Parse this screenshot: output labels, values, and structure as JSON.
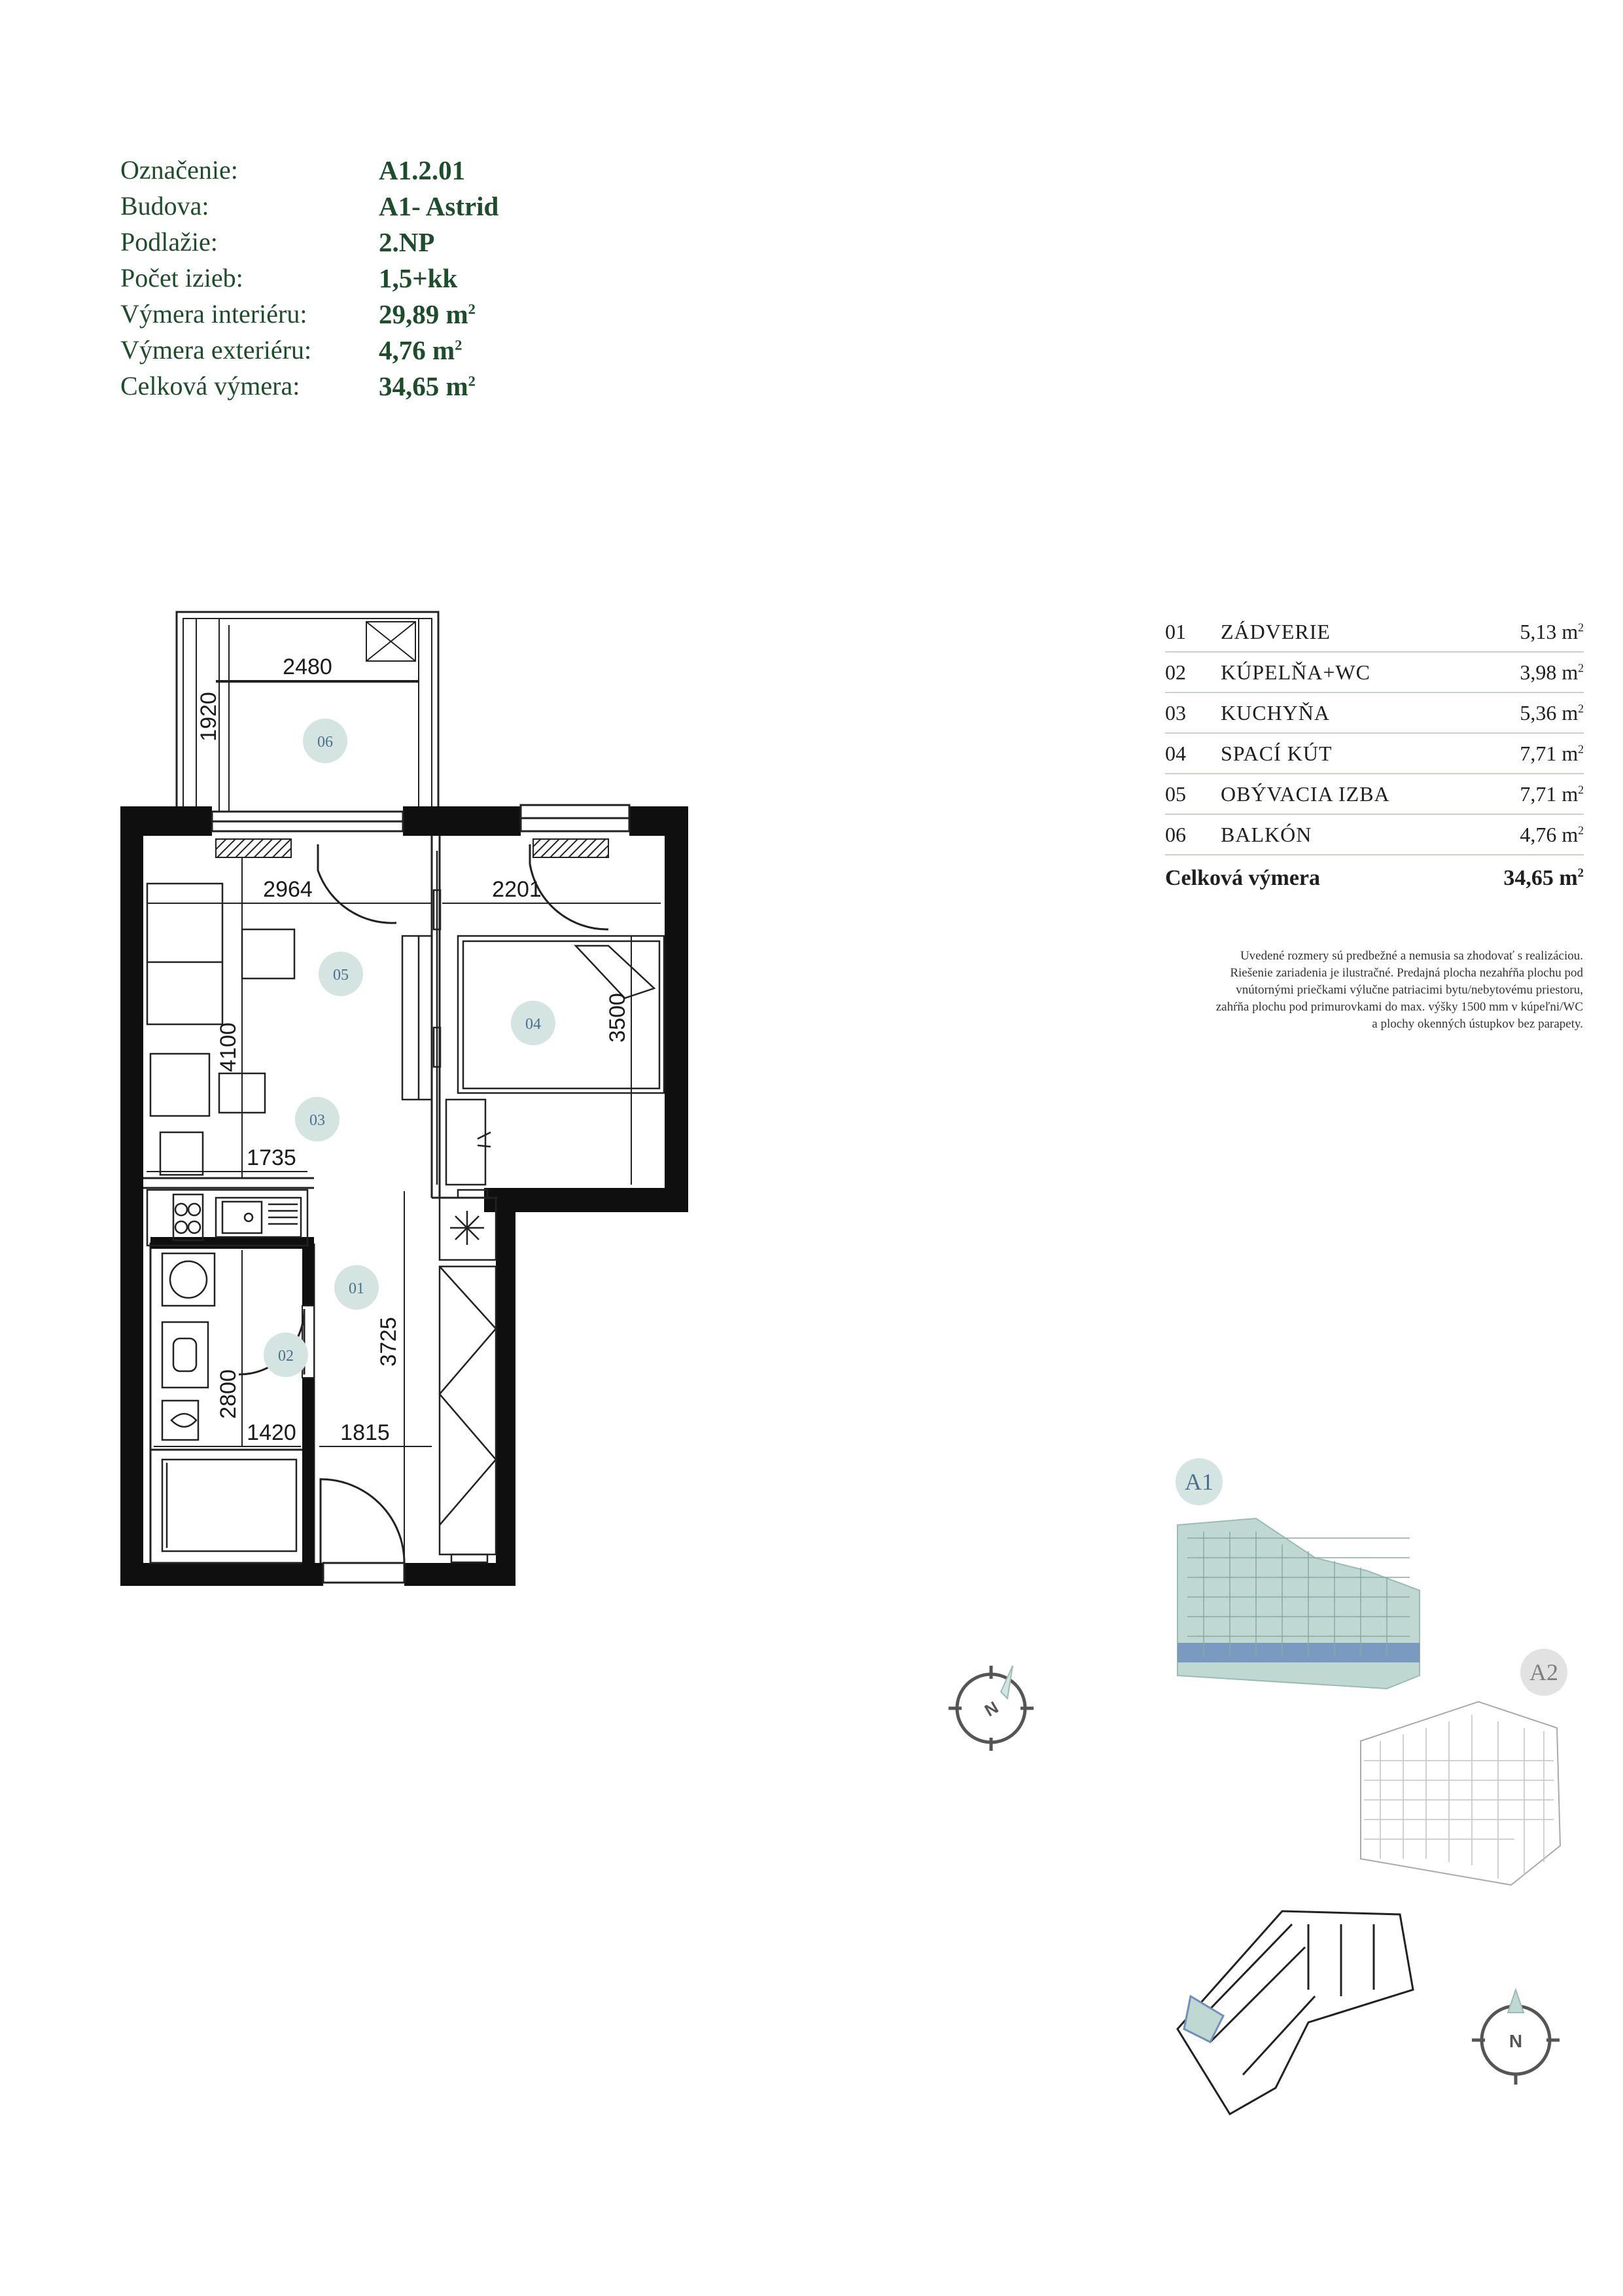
{
  "info": [
    {
      "label": "Označenie:",
      "value": "A1.2.01"
    },
    {
      "label": "Budova:",
      "value": "A1- Astrid"
    },
    {
      "label": "Podlažie:",
      "value": "2.NP"
    },
    {
      "label": "Počet izieb:",
      "value": "1,5+kk"
    },
    {
      "label": "Výmera interiéru:",
      "value": "29,89 m",
      "unit": "2"
    },
    {
      "label": "Výmera exteriéru:",
      "value": "4,76 m",
      "unit": "2"
    },
    {
      "label": "Celková výmera:",
      "value": "34,65 m",
      "unit": "2"
    }
  ],
  "rooms": [
    {
      "no": "01",
      "name": "ZÁDVERIE",
      "area": "5,13 m",
      "unit": "2"
    },
    {
      "no": "02",
      "name": "KÚPELŇA+WC",
      "area": "3,98 m",
      "unit": "2"
    },
    {
      "no": "03",
      "name": "KUCHYŇA",
      "area": "5,36 m",
      "unit": "2"
    },
    {
      "no": "04",
      "name": "SPACÍ KÚT",
      "area": "7,71 m",
      "unit": "2"
    },
    {
      "no": "05",
      "name": "OBÝVACIA IZBA",
      "area": "7,71 m",
      "unit": "2"
    },
    {
      "no": "06",
      "name": "BALKÓN",
      "area": "4,76 m",
      "unit": "2"
    }
  ],
  "total": {
    "label": "Celková výmera",
    "value": "34,65 m",
    "unit": "2"
  },
  "note": [
    "Uvedené rozmery sú predbežné a nemusia sa zhodovať s realizáciou.",
    "Riešenie zariadenia je ilustračné. Predajná plocha nezahŕňa plochu pod",
    "vnútornými priečkami výlučne patriacimi bytu/nebytovému priestoru,",
    "zahŕňa plochu pod primurovkami do max. výšky 1500 mm v kúpeľni/WC",
    "a plochy okenných ústupkov bez parapety."
  ],
  "plan": {
    "dimensions": {
      "d2480": "2480",
      "d1920": "1920",
      "d2964": "2964",
      "d2201": "2201",
      "d4100": "4100",
      "d3500": "3500",
      "d1735": "1735",
      "d3725": "3725",
      "d2800": "2800",
      "d1420": "1420",
      "d1815": "1815"
    },
    "room_tags": {
      "r01": "01",
      "r02": "02",
      "r03": "03",
      "r04": "04",
      "r05": "05",
      "r06": "06"
    }
  },
  "site": {
    "building_a1": "A1",
    "building_a2": "A2",
    "north_label": "N"
  },
  "colors": {
    "accent_green": "#1e4d2b",
    "room_tag_fill": "#d3e4e1",
    "building_highlight": "#6f8fbd",
    "building_a1_fill": "#bfd8d2"
  }
}
